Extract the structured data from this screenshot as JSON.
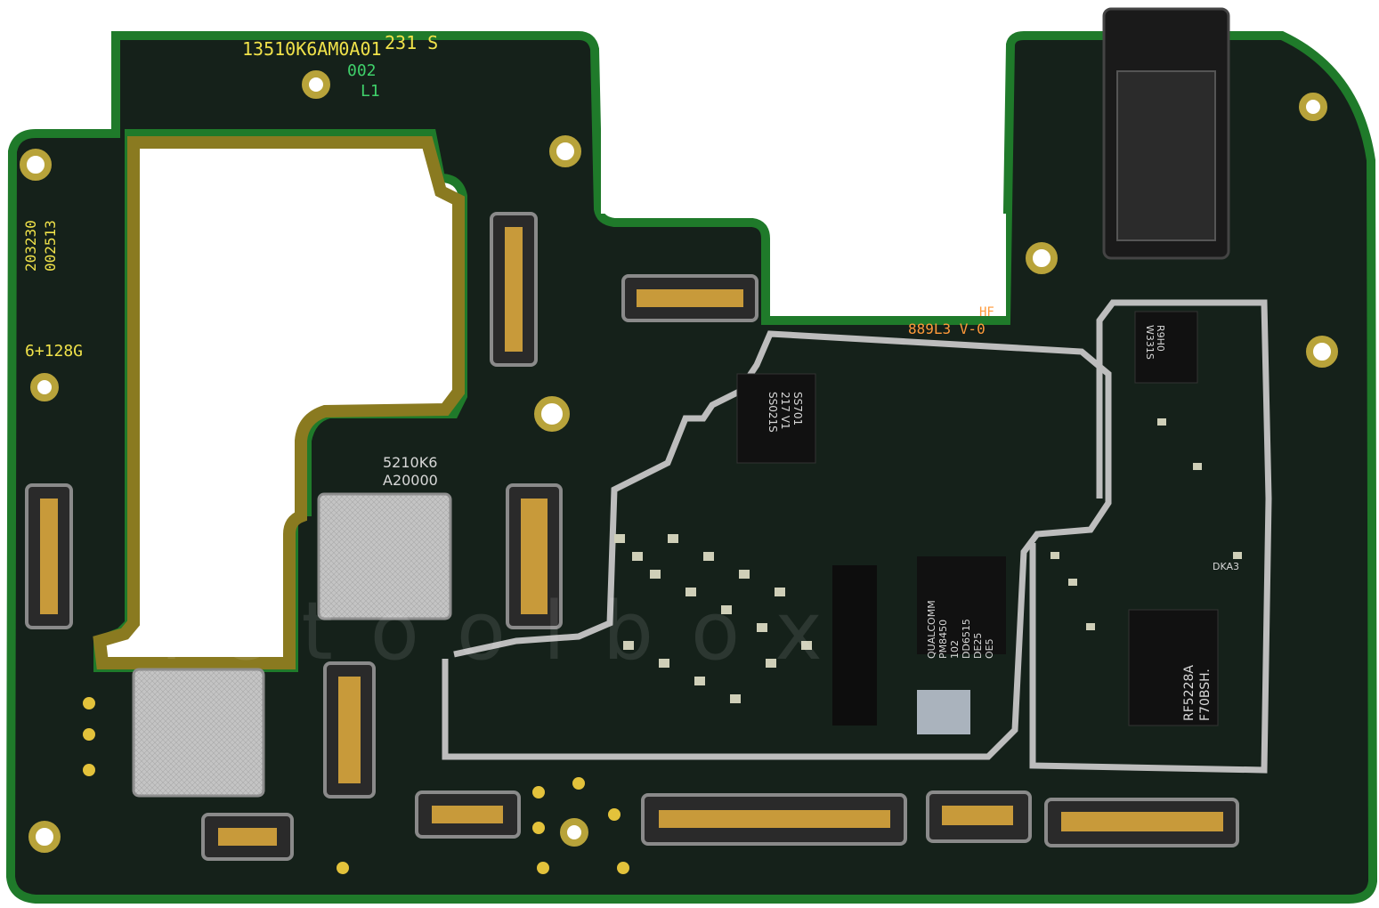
{
  "board": {
    "colors": {
      "background": "#ffffff",
      "pcb": "#15211a",
      "pcb_edge": "#1f7a2a",
      "gold_trace": "#9c8a2a",
      "shield_silver": "#b9b9b9",
      "silk_yellow": "#f0e24a",
      "silk_green": "#3fd06a",
      "silk_orange": "#ff9a3a"
    },
    "labels": {
      "part_number": "13510K6AM0A01",
      "date_code": "231 S",
      "rev_line1": "002",
      "rev_line2": "L1",
      "left_code_1": "203230",
      "left_code_2": "002513",
      "memory": "6+128G",
      "model_line1": "5210K6",
      "model_line2": "A20000",
      "board_code": "889L3 V-0",
      "hf_mark": "HF"
    },
    "chips": {
      "pmic_line1": "QUALCOMM",
      "pmic_line2": "PM8450",
      "pmic_line3": "102",
      "pmic_line4": "DD6515",
      "pmic_line5": "DE25",
      "pmic_line6": "OE5",
      "rf_line1": "RF5228A",
      "rf_line2": "F70BSH.",
      "small_chip_line1": "SS701",
      "small_chip_line2": "217 V1",
      "small_chip_line3": "SS021S",
      "top_right_chip_1": "R9H0",
      "top_right_chip_2": "W331S",
      "small_mark_1": "DKA3"
    },
    "watermark": "ictoolbox"
  }
}
